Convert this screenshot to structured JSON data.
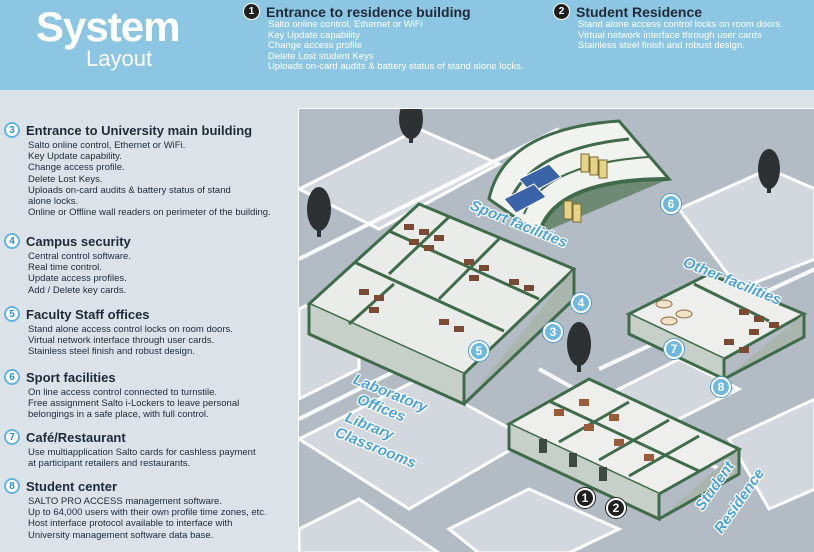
{
  "logo": {
    "title": "System",
    "subtitle": "Layout"
  },
  "top_sections": [
    {
      "num": "1",
      "title": "Entrance to residence building",
      "lines": [
        "Salto online control, Ethernet or WiFi",
        "Key Update capability",
        "Change access profile",
        "Delete Lost student Keys",
        "Uploads on-card audits & battery status of stand alone locks."
      ]
    },
    {
      "num": "2",
      "title": "Student Residence",
      "lines": [
        "Stand alone access control locks on room doors.",
        "Virtual network interface through user cards",
        "Stainless steel finish and robust design."
      ]
    }
  ],
  "left_sections": [
    {
      "num": "3",
      "title": "Entrance to University main building",
      "lines": [
        "Salto online control, Ethernet or WiFi.",
        "Key Update capability.",
        "Change access profile.",
        "Delete Lost Keys.",
        "Uploads on-card audits & battery status of stand",
        "alone locks.",
        "Online or Offline wall readers on perimeter of the building."
      ]
    },
    {
      "num": "4",
      "title": "Campus security",
      "lines": [
        "Central control software.",
        "Real time control.",
        "Update access profiles.",
        "Add / Delete key cards."
      ]
    },
    {
      "num": "5",
      "title": "Faculty Staff offices",
      "lines": [
        "Stand alone access control locks on room doors.",
        "Virtual network interface through user cards.",
        "Stainless steel finish and robust design."
      ]
    },
    {
      "num": "6",
      "title": "Sport facilities",
      "lines": [
        "On line access control connected to turnstile.",
        "Free assignment Salto i-Lockers to leave personal",
        "belongings in a safe place, with full control."
      ]
    },
    {
      "num": "7",
      "title": "Café/Restaurant",
      "lines": [
        "Use multiapplication Salto cards for cashless payment",
        "at participant retailers and restaurants."
      ]
    },
    {
      "num": "8",
      "title": "Student center",
      "lines": [
        "SALTO PRO ACCESS management software.",
        "Up to 64,000 users with their own profile time zones, etc.",
        "Host interface protocol available to interface with",
        "University management software data base."
      ]
    }
  ],
  "map_labels": {
    "sport": "Sport facilities",
    "other": "Other facilities",
    "lab": [
      "Laboratory",
      "Offices",
      "Library",
      "Classrooms"
    ],
    "residence": [
      "Student",
      "Residence"
    ]
  },
  "map_badges": [
    "6",
    "4",
    "3",
    "5",
    "7",
    "8",
    "1",
    "2"
  ],
  "colors": {
    "banner": "#8dc6e3",
    "accent": "#4da3d6",
    "wall_green": "#3f6b4a",
    "ground": "#b9c2ca"
  },
  "icons": [
    "tree-icon",
    "solar-panel-icon",
    "desk-icon",
    "table-icon"
  ]
}
